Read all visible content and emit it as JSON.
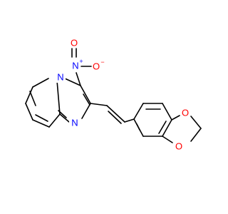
{
  "molecule": {
    "atoms": {
      "nitro_n": {
        "symbol": "N",
        "charge": "+",
        "color": "#0000ff"
      },
      "nitro_o_single": {
        "symbol": "O",
        "charge": "−",
        "color": "#ff0000"
      },
      "nitro_o_double": {
        "symbol": "O",
        "color": "#ff0000"
      },
      "ring_n_bridge": {
        "symbol": "N",
        "color": "#0000ff"
      },
      "ring_n_imine": {
        "symbol": "N",
        "color": "#0000ff"
      },
      "dioxole_o_top": {
        "symbol": "O",
        "color": "#ff0000"
      },
      "dioxole_o_bottom": {
        "symbol": "O",
        "color": "#ff0000"
      }
    }
  }
}
